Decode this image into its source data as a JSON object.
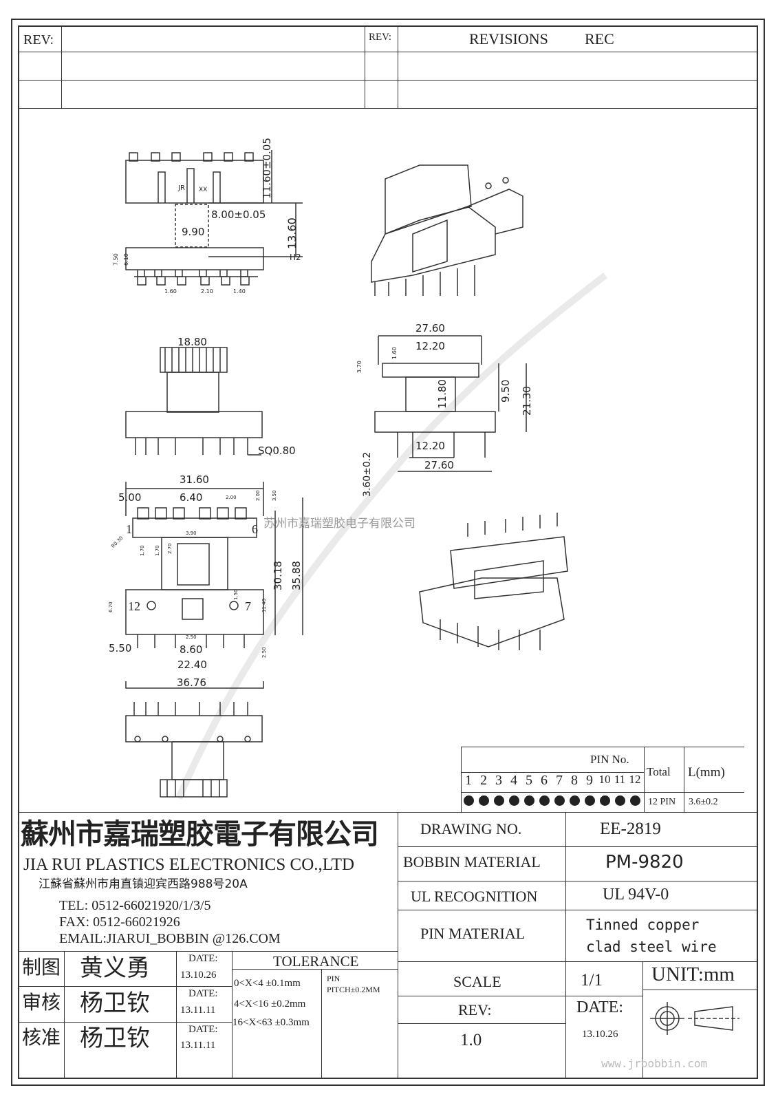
{
  "header": {
    "rev_label_left": "REV:",
    "rev_label_right": "REV:",
    "revisions_label": "REVISIONS",
    "rec_label": "REC"
  },
  "drawing": {
    "chip_text_1": "JR",
    "chip_text_2": "XX",
    "top_view": {
      "h_dim": "11.60±0.05",
      "g_dim": "8.00±0.05",
      "g2_dim": "9.90",
      "h_total": "13.60",
      "h2_label": "H2",
      "d1": "7.50",
      "d2": "6.10",
      "p1": "1.60",
      "p2": "2.10",
      "p3": "1.40"
    },
    "front_view": {
      "i_dim": "18.80",
      "sq_dim": "SQ0.80"
    },
    "side_view": {
      "j_dim": "27.60",
      "k_dim": "12.20",
      "small1": "3.70",
      "small2": "1.60",
      "f_dim": "11.80",
      "t_dim": "9.50",
      "o_dim": "21.30",
      "bottom1": "12.20",
      "a_dim": "27.60",
      "pin_len": "3.60±0.2"
    },
    "plan_view": {
      "m_dim": "31.60",
      "b_dim": "5.00",
      "b2_dim": "6.40",
      "s1": "2.00",
      "s2": "2.00",
      "s3": "3.50",
      "ro": "R0.30",
      "s4": "1.70",
      "s5": "1.70",
      "s6": "2.70",
      "s7": "3.90",
      "d30": "30.18",
      "d35": "35.88",
      "s8": "1.50",
      "s9": "11.40",
      "s10": "6.70",
      "s11": "2.50",
      "s12": "2.50",
      "e_dim": "5.50",
      "e2_dim": "8.60",
      "d224": "22.40",
      "p_dim": "36.76",
      "pin1": "1",
      "pin6": "6",
      "pin12": "12",
      "pin7": "7"
    },
    "watermark": "苏州市嘉瑞塑胶电子有限公司"
  },
  "pin_table": {
    "pin_no_label": "PIN No.",
    "total_label": "Total",
    "length_label": "L(mm)",
    "pins": [
      "1",
      "2",
      "3",
      "4",
      "5",
      "6",
      "7",
      "8",
      "9",
      "10",
      "11",
      "12"
    ],
    "total_value": "12 PIN",
    "length_value": "3.6±0.2"
  },
  "company": {
    "name_cn": "蘇州市嘉瑞塑胶電子有限公司",
    "name_en": "JIA RUI PLASTICS ELECTRONICS CO.,LTD",
    "address": "江蘇省蘇州市甪直镇迎宾西路988号20A",
    "tel": "TEL: 0512-66021920/1/3/5",
    "fax": "FAX: 0512-66021926",
    "email": "EMAIL:JIARUI_BOBBIN @126.COM"
  },
  "approvals": [
    {
      "role": "制图",
      "name": "黄义勇",
      "date_label": "DATE:",
      "date": "13.10.26"
    },
    {
      "role": "审核",
      "name": "杨卫钦",
      "date_label": "DATE:",
      "date": "13.11.11"
    },
    {
      "role": "核准",
      "name": "杨卫钦",
      "date_label": "DATE:",
      "date": "13.11.11"
    }
  ],
  "tolerance": {
    "title": "TOLERANCE",
    "rows": [
      "0<X<4 ±0.1mm",
      "4<X<16 ±0.2mm",
      "16<X<63 ±0.3mm"
    ],
    "pin_label": "PIN",
    "pin_pitch": "PITCH±0.2MM"
  },
  "info": {
    "drawing_no_label": "DRAWING NO.",
    "drawing_no": "EE-2819",
    "bobbin_material_label": "BOBBIN MATERIAL",
    "bobbin_material": "PM-9820",
    "ul_label": "UL RECOGNITION",
    "ul_value": "UL 94V-0",
    "pin_material_label": "PIN MATERIAL",
    "pin_material_1": "Tinned copper",
    "pin_material_2": "clad steel wire",
    "scale_label": "SCALE",
    "scale": "1/1",
    "unit": "UNIT:mm",
    "rev_label": "REV:",
    "rev": "1.0",
    "date_label": "DATE:",
    "date": "13.10.26"
  },
  "website": "www.jrbobbin.com"
}
